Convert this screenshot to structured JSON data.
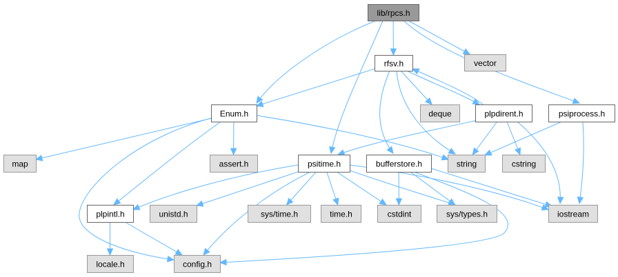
{
  "diagram": {
    "type": "include-dependency-graph",
    "root": "lib/rpcs.h",
    "colors": {
      "edge": "#63b8ff",
      "root_fill": "#999999",
      "local_fill": "#ffffff",
      "system_fill": "#e0e0e0"
    },
    "nodes": [
      {
        "id": "rpcs",
        "label": "lib/rpcs.h",
        "kind": "root"
      },
      {
        "id": "rfsv",
        "label": "rfsv.h",
        "kind": "local"
      },
      {
        "id": "vector",
        "label": "vector",
        "kind": "system"
      },
      {
        "id": "enum",
        "label": "Enum.h",
        "kind": "local"
      },
      {
        "id": "deque",
        "label": "deque",
        "kind": "system"
      },
      {
        "id": "plpdirent",
        "label": "plpdirent.h",
        "kind": "local"
      },
      {
        "id": "psiprocess",
        "label": "psiprocess.h",
        "kind": "local"
      },
      {
        "id": "map",
        "label": "map",
        "kind": "system"
      },
      {
        "id": "assert",
        "label": "assert.h",
        "kind": "system"
      },
      {
        "id": "psitime",
        "label": "psitime.h",
        "kind": "local"
      },
      {
        "id": "bufferstore",
        "label": "bufferstore.h",
        "kind": "local"
      },
      {
        "id": "string",
        "label": "string",
        "kind": "system"
      },
      {
        "id": "cstring",
        "label": "cstring",
        "kind": "system"
      },
      {
        "id": "plpintl",
        "label": "plpintl.h",
        "kind": "local"
      },
      {
        "id": "unistd",
        "label": "unistd.h",
        "kind": "system"
      },
      {
        "id": "systime",
        "label": "sys/time.h",
        "kind": "system"
      },
      {
        "id": "timeh",
        "label": "time.h",
        "kind": "system"
      },
      {
        "id": "cstdint",
        "label": "cstdint",
        "kind": "system"
      },
      {
        "id": "systypes",
        "label": "sys/types.h",
        "kind": "system"
      },
      {
        "id": "iostream",
        "label": "iostream",
        "kind": "system"
      },
      {
        "id": "locale",
        "label": "locale.h",
        "kind": "system"
      },
      {
        "id": "config",
        "label": "config.h",
        "kind": "system"
      }
    ],
    "edges": [
      {
        "from": "rpcs",
        "to": "rfsv"
      },
      {
        "from": "rpcs",
        "to": "vector"
      },
      {
        "from": "rpcs",
        "to": "enum"
      },
      {
        "from": "rpcs",
        "to": "psitime"
      },
      {
        "from": "rpcs",
        "to": "psiprocess"
      },
      {
        "from": "rfsv",
        "to": "enum"
      },
      {
        "from": "rfsv",
        "to": "deque"
      },
      {
        "from": "rfsv",
        "to": "plpdirent"
      },
      {
        "from": "rfsv",
        "to": "string"
      },
      {
        "from": "rfsv",
        "to": "bufferstore"
      },
      {
        "from": "plpdirent",
        "to": "rfsv"
      },
      {
        "from": "plpdirent",
        "to": "psitime"
      },
      {
        "from": "plpdirent",
        "to": "string"
      },
      {
        "from": "plpdirent",
        "to": "cstring"
      },
      {
        "from": "plpdirent",
        "to": "iostream"
      },
      {
        "from": "psiprocess",
        "to": "string"
      },
      {
        "from": "psiprocess",
        "to": "iostream"
      },
      {
        "from": "enum",
        "to": "map"
      },
      {
        "from": "enum",
        "to": "assert"
      },
      {
        "from": "enum",
        "to": "string"
      },
      {
        "from": "enum",
        "to": "plpintl"
      },
      {
        "from": "enum",
        "to": "config"
      },
      {
        "from": "psitime",
        "to": "plpintl"
      },
      {
        "from": "psitime",
        "to": "unistd"
      },
      {
        "from": "psitime",
        "to": "systime"
      },
      {
        "from": "psitime",
        "to": "timeh"
      },
      {
        "from": "psitime",
        "to": "cstdint"
      },
      {
        "from": "psitime",
        "to": "systypes"
      },
      {
        "from": "psitime",
        "to": "iostream"
      },
      {
        "from": "psitime",
        "to": "config"
      },
      {
        "from": "bufferstore",
        "to": "cstdint"
      },
      {
        "from": "bufferstore",
        "to": "systypes"
      },
      {
        "from": "bufferstore",
        "to": "iostream"
      },
      {
        "from": "bufferstore",
        "to": "config"
      },
      {
        "from": "plpintl",
        "to": "locale"
      },
      {
        "from": "plpintl",
        "to": "config"
      }
    ]
  }
}
